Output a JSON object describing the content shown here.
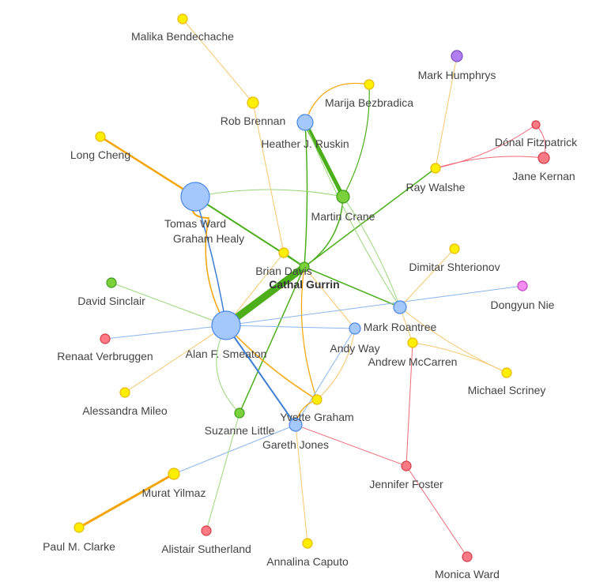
{
  "colors": {
    "blue": "#a4c8fc",
    "blue_stroke": "#4a87e8",
    "green": "#7ad13c",
    "green_stroke": "#3e9c17",
    "yellow": "#ffee00",
    "yellow_stroke": "#e8b800",
    "red": "#ff7a85",
    "red_stroke": "#d23c48",
    "purple": "#b07ef0",
    "purple_stroke": "#7a48c4",
    "pink": "#f48cf2",
    "pink_stroke": "#c040c0",
    "edge_green": "#4caf1a",
    "edge_green_light": "#9ad77a",
    "edge_blue": "#3d7fd6",
    "edge_blue_light": "#89b5ee",
    "edge_orange": "#f5a300",
    "edge_orange_light": "#f7c66a",
    "edge_red": "#ef6a75"
  },
  "nodes": [
    {
      "id": "cathal",
      "label": "Cathal Gurrin",
      "color": "green",
      "focus": true
    },
    {
      "id": "brian",
      "label": "Brian Davis",
      "color": "yellow"
    },
    {
      "id": "alan",
      "label": "Alan F. Smeaton",
      "color": "blue"
    },
    {
      "id": "tomas",
      "label": "Tomas Ward",
      "color": "blue"
    },
    {
      "id": "graham",
      "label": "Graham Healy",
      "color": "yellow"
    },
    {
      "id": "heather",
      "label": "Heather J. Ruskin",
      "color": "blue"
    },
    {
      "id": "rob",
      "label": "Rob Brennan",
      "color": "yellow"
    },
    {
      "id": "malika",
      "label": "Malika Bendechache",
      "color": "yellow"
    },
    {
      "id": "marija",
      "label": "Marija Bezbradica",
      "color": "yellow"
    },
    {
      "id": "martin",
      "label": "Martin Crane",
      "color": "green"
    },
    {
      "id": "ray",
      "label": "Ray Walshe",
      "color": "yellow"
    },
    {
      "id": "mark_h",
      "label": "Mark Humphrys",
      "color": "purple"
    },
    {
      "id": "donal",
      "label": "Dónal Fitzpatrick",
      "color": "red"
    },
    {
      "id": "jane",
      "label": "Jane Kernan",
      "color": "red"
    },
    {
      "id": "long",
      "label": "Long Cheng",
      "color": "yellow"
    },
    {
      "id": "david",
      "label": "David Sinclair",
      "color": "green"
    },
    {
      "id": "renaat",
      "label": "Renaat Verbruggen",
      "color": "red"
    },
    {
      "id": "alessandra",
      "label": "Alessandra Mileo",
      "color": "yellow"
    },
    {
      "id": "dimitar",
      "label": "Dimitar Shterionov",
      "color": "yellow"
    },
    {
      "id": "mark_r",
      "label": "Mark Roantree",
      "color": "blue"
    },
    {
      "id": "dongyun",
      "label": "Dongyun Nie",
      "color": "pink"
    },
    {
      "id": "andy",
      "label": "Andy Way",
      "color": "blue"
    },
    {
      "id": "andrew",
      "label": "Andrew McCarren",
      "color": "yellow"
    },
    {
      "id": "michael",
      "label": "Michael Scriney",
      "color": "yellow"
    },
    {
      "id": "yvette",
      "label": "Yvette Graham",
      "color": "yellow"
    },
    {
      "id": "suzanne",
      "label": "Suzanne Little",
      "color": "green"
    },
    {
      "id": "gareth",
      "label": "Gareth Jones",
      "color": "blue"
    },
    {
      "id": "jennifer",
      "label": "Jennifer Foster",
      "color": "red"
    },
    {
      "id": "murat",
      "label": "Murat Yilmaz",
      "color": "yellow"
    },
    {
      "id": "paul",
      "label": "Paul M. Clarke",
      "color": "yellow"
    },
    {
      "id": "alistair",
      "label": "Alistair Sutherland",
      "color": "red"
    },
    {
      "id": "annalina",
      "label": "Annalina Caputo",
      "color": "yellow"
    },
    {
      "id": "monica",
      "label": "Monica Ward",
      "color": "red"
    }
  ],
  "edges": [
    {
      "from": "cathal",
      "to": "alan",
      "color": "edge_green",
      "weight": 9
    },
    {
      "from": "cathal",
      "to": "tomas",
      "color": "edge_green",
      "weight": 2
    },
    {
      "from": "cathal",
      "to": "martin",
      "color": "edge_green",
      "weight": 1.5
    },
    {
      "from": "cathal",
      "to": "heather",
      "color": "edge_green",
      "weight": 1.5
    },
    {
      "from": "cathal",
      "to": "ray",
      "color": "edge_green",
      "weight": 1.5
    },
    {
      "from": "cathal",
      "to": "mark_r",
      "color": "edge_green",
      "weight": 1.5
    },
    {
      "from": "cathal",
      "to": "suzanne",
      "color": "edge_green",
      "weight": 1.5
    },
    {
      "from": "cathal",
      "to": "brian",
      "color": "edge_green",
      "weight": 1.5
    },
    {
      "from": "cathal",
      "to": "yvette",
      "color": "edge_orange",
      "weight": 1.2
    },
    {
      "from": "cathal",
      "to": "andy",
      "color": "edge_orange_light",
      "weight": 1
    },
    {
      "from": "heather",
      "to": "martin",
      "color": "edge_green",
      "weight": 5
    },
    {
      "from": "heather",
      "to": "marija",
      "color": "edge_orange",
      "weight": 1.2
    },
    {
      "from": "heather",
      "to": "mark_r",
      "color": "edge_green_light",
      "weight": 1
    },
    {
      "from": "martin",
      "to": "marija",
      "color": "edge_green",
      "weight": 1.2
    },
    {
      "from": "martin",
      "to": "tomas",
      "color": "edge_green_light",
      "weight": 1
    },
    {
      "from": "martin",
      "to": "mark_r",
      "color": "edge_green_light",
      "weight": 1
    },
    {
      "from": "rob",
      "to": "malika",
      "color": "edge_orange_light",
      "weight": 1
    },
    {
      "from": "rob",
      "to": "brian",
      "color": "edge_orange_light",
      "weight": 1
    },
    {
      "from": "ray",
      "to": "mark_h",
      "color": "edge_orange_light",
      "weight": 1
    },
    {
      "from": "ray",
      "to": "donal",
      "color": "edge_red",
      "weight": 1
    },
    {
      "from": "ray",
      "to": "jane",
      "color": "edge_red",
      "weight": 1
    },
    {
      "from": "donal",
      "to": "jane",
      "color": "edge_red",
      "weight": 1
    },
    {
      "from": "long",
      "to": "tomas",
      "color": "edge_orange",
      "weight": 2.5
    },
    {
      "from": "tomas",
      "to": "graham",
      "color": "edge_orange",
      "weight": 2
    },
    {
      "from": "tomas",
      "to": "alan",
      "color": "edge_blue",
      "weight": 1.5
    },
    {
      "from": "graham",
      "to": "alan",
      "color": "edge_orange",
      "weight": 1.5
    },
    {
      "from": "alan",
      "to": "david",
      "color": "edge_green_light",
      "weight": 1
    },
    {
      "from": "alan",
      "to": "renaat",
      "color": "edge_blue_light",
      "weight": 1
    },
    {
      "from": "alan",
      "to": "alessandra",
      "color": "edge_orange_light",
      "weight": 1
    },
    {
      "from": "alan",
      "to": "dongyun",
      "color": "edge_blue_light",
      "weight": 1
    },
    {
      "from": "alan",
      "to": "andy",
      "color": "edge_blue_light",
      "weight": 1
    },
    {
      "from": "alan",
      "to": "gareth",
      "color": "edge_blue",
      "weight": 2
    },
    {
      "from": "alan",
      "to": "yvette",
      "color": "edge_orange",
      "weight": 1.5
    },
    {
      "from": "alan",
      "to": "suzanne",
      "color": "edge_green_light",
      "weight": 1
    },
    {
      "from": "alan",
      "to": "brian",
      "color": "edge_orange_light",
      "weight": 1
    },
    {
      "from": "mark_r",
      "to": "andrew",
      "color": "edge_orange_light",
      "weight": 1
    },
    {
      "from": "mark_r",
      "to": "michael",
      "color": "edge_orange_light",
      "weight": 1
    },
    {
      "from": "mark_r",
      "to": "dimitar",
      "color": "edge_orange_light",
      "weight": 1
    },
    {
      "from": "andrew",
      "to": "michael",
      "color": "edge_orange_light",
      "weight": 1
    },
    {
      "from": "andrew",
      "to": "jennifer",
      "color": "edge_red",
      "weight": 1
    },
    {
      "from": "andy",
      "to": "gareth",
      "color": "edge_blue_light",
      "weight": 1
    },
    {
      "from": "andy",
      "to": "yvette",
      "color": "edge_orange_light",
      "weight": 1
    },
    {
      "from": "yvette",
      "to": "gareth",
      "color": "edge_orange",
      "weight": 1.2
    },
    {
      "from": "gareth",
      "to": "jennifer",
      "color": "edge_red",
      "weight": 1
    },
    {
      "from": "gareth",
      "to": "murat",
      "color": "edge_blue_light",
      "weight": 1
    },
    {
      "from": "gareth",
      "to": "annalina",
      "color": "edge_orange_light",
      "weight": 1
    },
    {
      "from": "murat",
      "to": "paul",
      "color": "edge_orange",
      "weight": 3
    },
    {
      "from": "suzanne",
      "to": "alistair",
      "color": "edge_green_light",
      "weight": 1
    },
    {
      "from": "jennifer",
      "to": "monica",
      "color": "edge_red",
      "weight": 1
    }
  ]
}
